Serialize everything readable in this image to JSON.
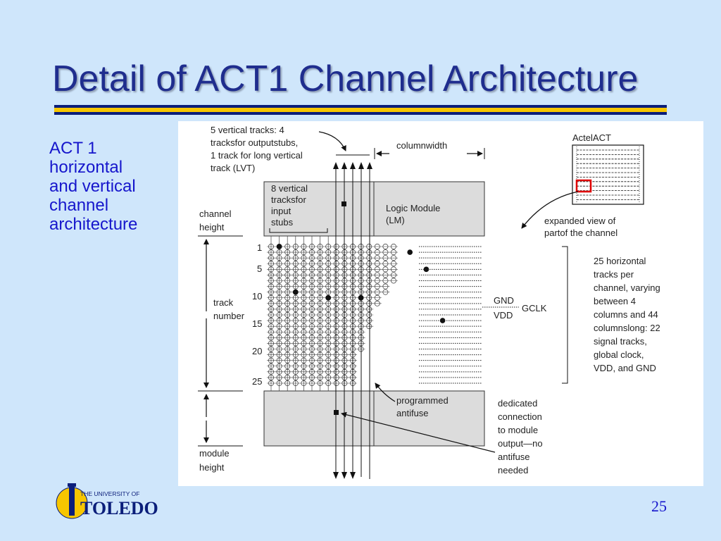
{
  "title": "Detail of ACT1 Channel Architecture",
  "caption_lines": [
    "ACT 1",
    "horizontal",
    "and vertical",
    "channel",
    "architecture"
  ],
  "page_number": "25",
  "logo": {
    "top_text": "THE UNIVERSITY OF",
    "name": "TOLEDO",
    "colors": {
      "gold": "#f7c600",
      "navy": "#0b1e7a"
    }
  },
  "colors": {
    "title": "#1f2d8e",
    "text_blue": "#1616cc",
    "background": "#cfe6fb",
    "rule_navy": "#0b1e7a",
    "rule_gold": "#f7c600"
  },
  "diagram": {
    "vertical_tracks_note": [
      "5 vertical tracks: 4",
      "tracksfor outputstubs,",
      "1 track for long vertical",
      "track (LVT)"
    ],
    "column_width_label": "columnwidth",
    "input_stubs_label": [
      "8 vertical",
      "tracksfor",
      "input",
      "stubs"
    ],
    "logic_module_label": [
      "Logic Module",
      "(LM)"
    ],
    "channel_height_label": [
      "channel",
      "height"
    ],
    "track_number_label": [
      "track",
      "number"
    ],
    "track_numbers": [
      "1",
      "5",
      "10",
      "15",
      "20",
      "25"
    ],
    "module_height_label": [
      "module",
      "height"
    ],
    "actel_act_label": "ActelACT",
    "expanded_view_label": [
      "expanded view of",
      "partof the channel"
    ],
    "horizontal_tracks_note": [
      "25 horizontal",
      "tracks per",
      "channel, varying",
      "between 4",
      "columns and 44",
      "columnslong: 22",
      "signal tracks,",
      "global clock,",
      "VDD, and GND"
    ],
    "gnd_label": "GND",
    "vdd_label": "VDD",
    "gclk_label": "GCLK",
    "programmed_antifuse_label": [
      "programmed",
      "antifuse"
    ],
    "dedicated_connection_label": [
      "dedicated",
      "connection",
      "to module",
      "output—no",
      "antifuse",
      "needed"
    ]
  }
}
